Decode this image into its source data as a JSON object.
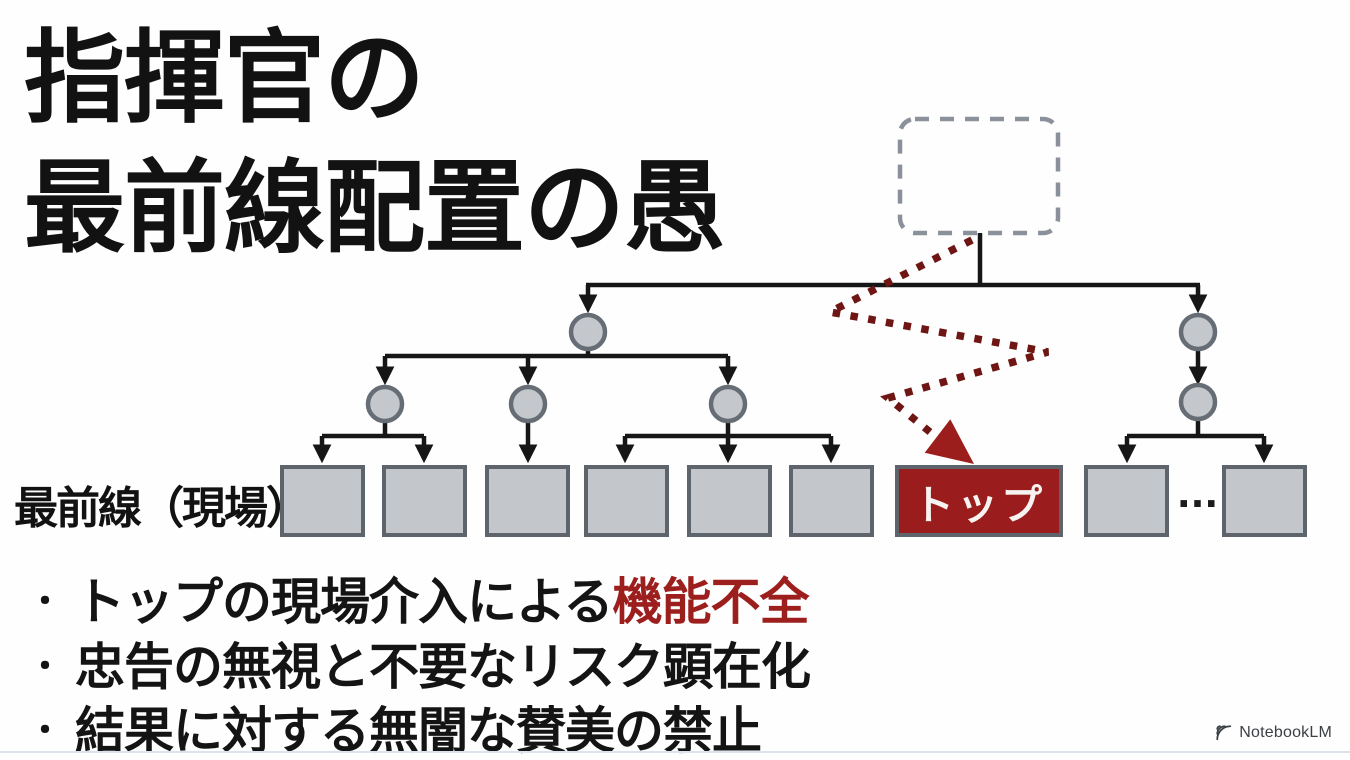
{
  "title": {
    "line1": "指揮官の",
    "line2": "最前線配置の愚"
  },
  "diagram": {
    "frontline_label": "最前線（現場）",
    "top_box_label": "トップ",
    "ellipsis": "...",
    "colors": {
      "line_black": "#161616",
      "node_fill": "#c4c8cd",
      "node_border": "#676d75",
      "leaf_fill": "#c3c7cc",
      "leaf_border": "#5d646c",
      "top_box_fill": "#9a1c1c",
      "dashed_box_border": "#8b919a",
      "zigzag_red": "#6f1614"
    }
  },
  "bullets": {
    "marker": "・",
    "item1": {
      "text": "トップの現場介入による",
      "emphasis": "機能不全"
    },
    "item2": {
      "text": "忠告の無視と不要なリスク顕在化"
    },
    "item3": {
      "text": "結果に対する無闇な賛美の禁止"
    }
  },
  "watermark": {
    "label": "NotebookLM"
  }
}
